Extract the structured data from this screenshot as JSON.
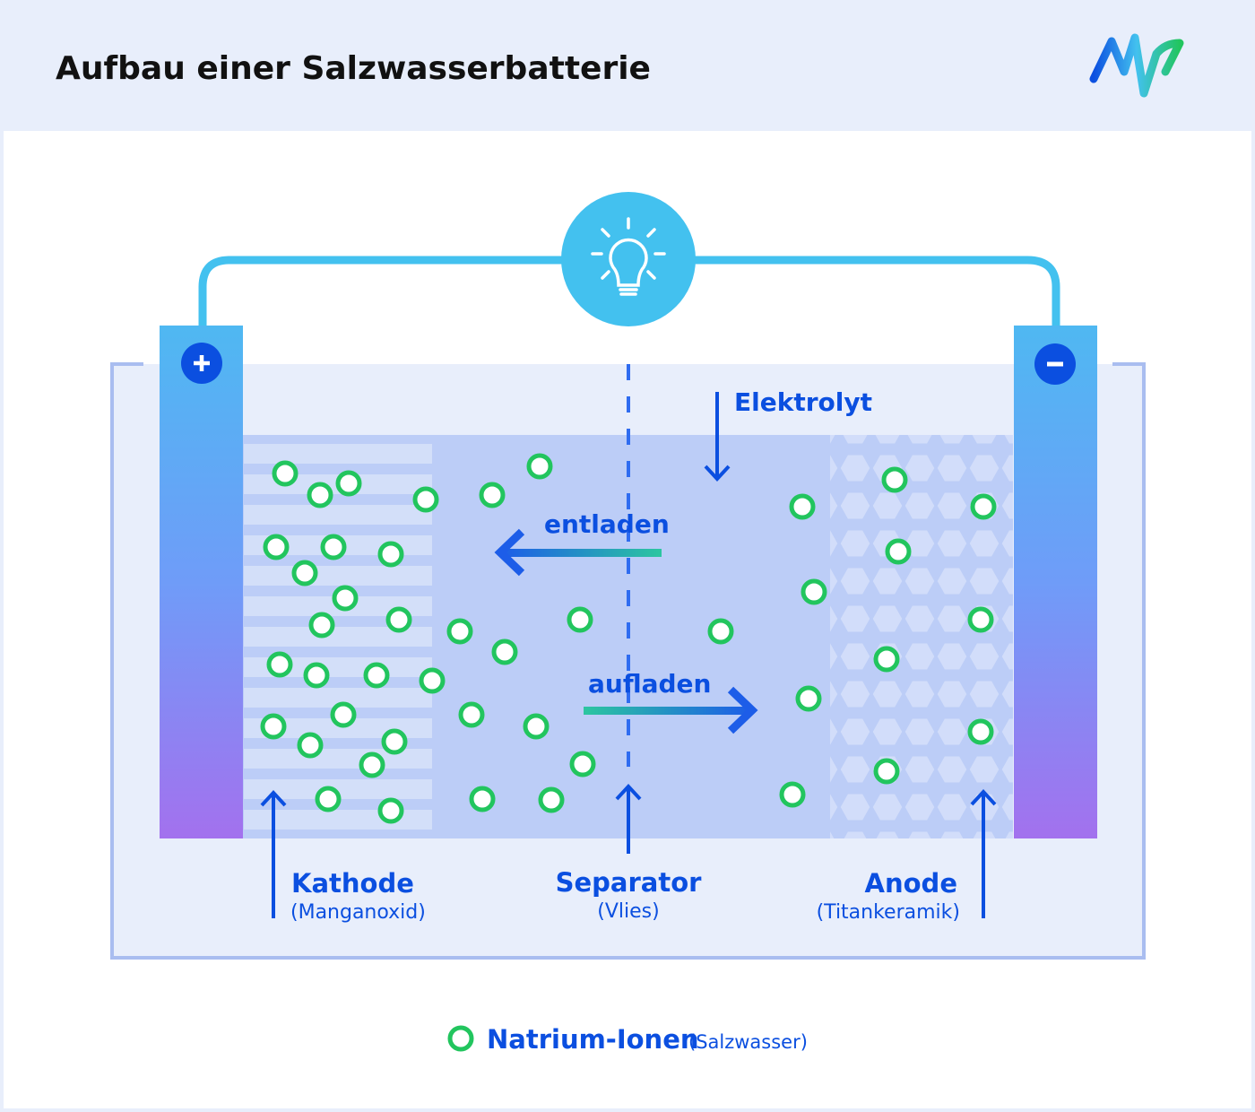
{
  "header": {
    "title": "Aufbau einer Salzwasserbatterie",
    "logo_text": "MW"
  },
  "diagram": {
    "labels": {
      "electrolyte": "Elektrolyt",
      "discharge": "entladen",
      "charge": "aufladen",
      "cathode": "Kathode",
      "cathode_material": "(Manganoxid)",
      "separator": "Separator",
      "separator_material": "(Vlies)",
      "anode": "Anode",
      "anode_material": "(Titankeramik)"
    },
    "terminals": {
      "positive": "+",
      "negative": "−"
    },
    "icons": [
      "lightbulb-icon",
      "plus-icon",
      "minus-icon",
      "ion-circle-icon",
      "arrow-icon"
    ]
  },
  "legend": {
    "label": "Natrium-Ionen",
    "sub": "(Salzwasser)"
  },
  "colors": {
    "accent_blue": "#0b4fe0",
    "ion_green": "#22c55e",
    "wire": "#43c1ef",
    "electrode_top": "#4fb8f2",
    "electrode_bottom": "#a371ee"
  }
}
